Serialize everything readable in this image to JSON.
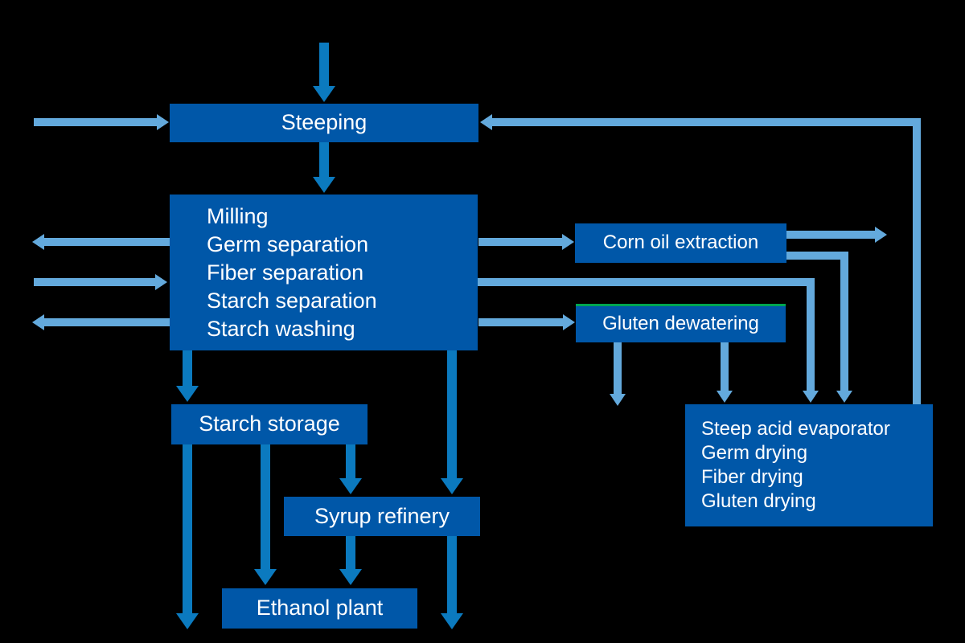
{
  "diagram": {
    "type": "process-flow",
    "nodes": {
      "steeping": {
        "label": "Steeping"
      },
      "milling": {
        "lines": [
          "Milling",
          "Germ separation",
          "Fiber separation",
          "Starch separation",
          "Starch washing"
        ]
      },
      "corn_oil_extraction": {
        "label": "Corn oil extraction"
      },
      "gluten_dewatering": {
        "label": "Gluten dewatering"
      },
      "dryers": {
        "lines": [
          "Steep acid evaporator",
          "Germ drying",
          "Fiber drying",
          "Gluten drying"
        ]
      },
      "starch_storage": {
        "label": "Starch storage"
      },
      "syrup_refinery": {
        "label": "Syrup refinery"
      },
      "ethanol_plant": {
        "label": "Ethanol plant"
      }
    },
    "edges": [
      {
        "id": "arrow-input-top-to-steeping",
        "from": "input-top",
        "to": "steeping",
        "style": "dark"
      },
      {
        "id": "arrow-input-left-to-steeping",
        "from": "input-left",
        "to": "steeping",
        "style": "light"
      },
      {
        "id": "arrow-dryers-to-steeping",
        "from": "dryers",
        "to": "steeping",
        "style": "light"
      },
      {
        "id": "arrow-steeping-to-milling",
        "from": "steeping",
        "to": "milling",
        "style": "dark"
      },
      {
        "id": "arrow-milling-to-output-left-upper",
        "from": "milling",
        "to": "output-left-upper",
        "style": "light"
      },
      {
        "id": "arrow-input-left-to-milling",
        "from": "input-left",
        "to": "milling",
        "style": "light"
      },
      {
        "id": "arrow-milling-to-output-left-lower",
        "from": "milling",
        "to": "output-left-lower",
        "style": "light"
      },
      {
        "id": "arrow-milling-to-corn-oil-extraction",
        "from": "milling",
        "to": "corn_oil_extraction",
        "style": "light"
      },
      {
        "id": "arrow-milling-to-dryers",
        "from": "milling",
        "to": "dryers",
        "style": "light"
      },
      {
        "id": "arrow-milling-to-gluten-dewatering",
        "from": "milling",
        "to": "gluten_dewatering",
        "style": "light"
      },
      {
        "id": "arrow-corn-oil-extraction-to-output-right",
        "from": "corn_oil_extraction",
        "to": "output-right",
        "style": "light"
      },
      {
        "id": "arrow-corn-oil-extraction-to-dryers",
        "from": "corn_oil_extraction",
        "to": "dryers",
        "style": "light"
      },
      {
        "id": "arrow-gluten-dewatering-to-output-down",
        "from": "gluten_dewatering",
        "to": "output-down",
        "style": "light"
      },
      {
        "id": "arrow-gluten-dewatering-to-dryers",
        "from": "gluten_dewatering",
        "to": "dryers",
        "style": "light"
      },
      {
        "id": "arrow-milling-to-starch-storage",
        "from": "milling",
        "to": "starch_storage",
        "style": "dark"
      },
      {
        "id": "arrow-starch-storage-to-output-bottom",
        "from": "starch_storage",
        "to": "output-bottom",
        "style": "dark"
      },
      {
        "id": "arrow-starch-storage-to-ethanol-plant",
        "from": "starch_storage",
        "to": "ethanol_plant",
        "style": "dark"
      },
      {
        "id": "arrow-starch-storage-to-syrup-refinery",
        "from": "starch_storage",
        "to": "syrup_refinery",
        "style": "dark"
      },
      {
        "id": "arrow-milling-to-syrup-refinery",
        "from": "milling",
        "to": "syrup_refinery",
        "style": "dark"
      },
      {
        "id": "arrow-syrup-refinery-to-ethanol-plant",
        "from": "syrup_refinery",
        "to": "ethanol_plant",
        "style": "dark"
      },
      {
        "id": "arrow-syrup-refinery-to-output-bottom",
        "from": "syrup_refinery",
        "to": "output-bottom",
        "style": "dark"
      }
    ],
    "colors": {
      "bg": "#000000",
      "box": "#0057a8",
      "arrow_dark": "#0b7abf",
      "arrow_light": "#63a9dc",
      "accent_green": "#00a651",
      "text": "#ffffff"
    }
  }
}
